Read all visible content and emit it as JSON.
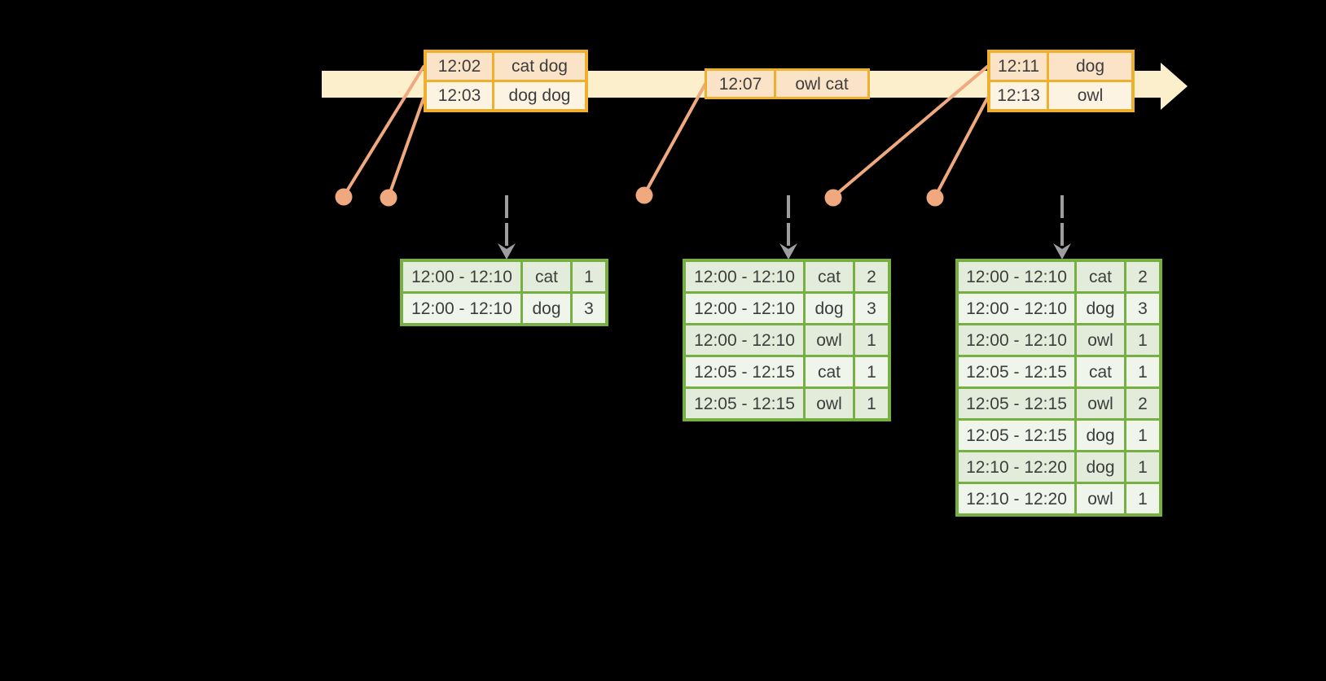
{
  "diagram": "streaming-windowed-word-counts-timeline",
  "colors": {
    "bg": "#000000",
    "timeline": "#fbf0cb",
    "event_border": "#f0b02f",
    "event_row_dark": "#fae3c6",
    "event_row_light": "#fdf3e3",
    "result_border": "#76b043",
    "result_row_dark": "#e3ecda",
    "result_row_light": "#f0f5ec",
    "connector": "#f0a87e",
    "arrow_gray": "#9e9e9e",
    "text": "#3d3d3d"
  },
  "event_tables": [
    {
      "rows": [
        {
          "time": "12:02",
          "words": "cat dog"
        },
        {
          "time": "12:03",
          "words": "dog dog"
        }
      ]
    },
    {
      "rows": [
        {
          "time": "12:07",
          "words": "owl cat"
        }
      ]
    },
    {
      "rows": [
        {
          "time": "12:11",
          "words": "dog"
        },
        {
          "time": "12:13",
          "words": "owl"
        }
      ]
    }
  ],
  "result_tables": [
    {
      "rows": [
        {
          "window": "12:00 - 12:10",
          "word": "cat",
          "count": "1"
        },
        {
          "window": "12:00 - 12:10",
          "word": "dog",
          "count": "3"
        }
      ]
    },
    {
      "rows": [
        {
          "window": "12:00 - 12:10",
          "word": "cat",
          "count": "2"
        },
        {
          "window": "12:00 - 12:10",
          "word": "dog",
          "count": "3"
        },
        {
          "window": "12:00 - 12:10",
          "word": "owl",
          "count": "1"
        },
        {
          "window": "12:05 - 12:15",
          "word": "cat",
          "count": "1"
        },
        {
          "window": "12:05 - 12:15",
          "word": "owl",
          "count": "1"
        }
      ]
    },
    {
      "rows": [
        {
          "window": "12:00 - 12:10",
          "word": "cat",
          "count": "2"
        },
        {
          "window": "12:00 - 12:10",
          "word": "dog",
          "count": "3"
        },
        {
          "window": "12:00 - 12:10",
          "word": "owl",
          "count": "1"
        },
        {
          "window": "12:05 - 12:15",
          "word": "cat",
          "count": "1"
        },
        {
          "window": "12:05 - 12:15",
          "word": "owl",
          "count": "2"
        },
        {
          "window": "12:05 - 12:15",
          "word": "dog",
          "count": "1"
        },
        {
          "window": "12:10 - 12:20",
          "word": "dog",
          "count": "1"
        },
        {
          "window": "12:10 - 12:20",
          "word": "owl",
          "count": "1"
        }
      ]
    }
  ]
}
